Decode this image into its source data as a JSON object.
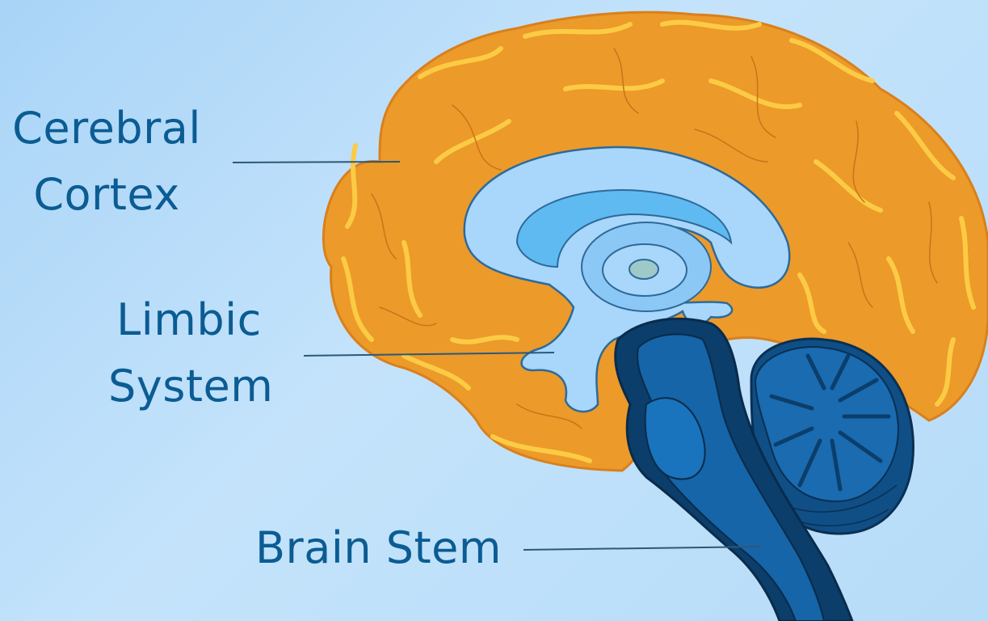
{
  "labels": {
    "cerebral_cortex": {
      "line1": "Cerebral",
      "line2": "Cortex"
    },
    "limbic_system": {
      "line1": "Limbic",
      "line2": "System"
    },
    "brain_stem": {
      "text": "Brain Stem"
    }
  },
  "colors": {
    "background": "#b6dcf8",
    "cortex_fill": "#ec9a2a",
    "cortex_highlight": "#fccb45",
    "cortex_outline": "#d9801c",
    "limbic_light": "#a8d7fb",
    "limbic_mid": "#5fbaf2",
    "brainstem_dark": "#0b3e6b",
    "brainstem_mid": "#1565a8",
    "label_text": "#0b5c93",
    "leader_line": "#2d5878"
  }
}
